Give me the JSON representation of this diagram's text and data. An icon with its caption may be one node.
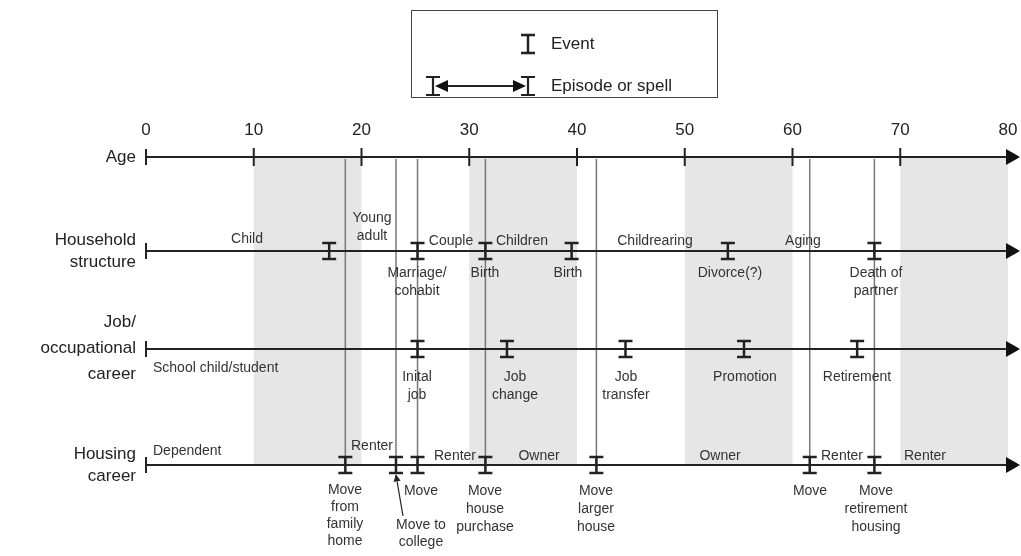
{
  "diagram": {
    "nodes": [
      {
        "text": [
          "Move to college"
        ]
      },
      {
        "text": [],
        "shape": "bar"
      }
    ],
    "edges": [
      {
        "from": 0,
        "to": 1,
        "arrow": "to"
      }
    ],
    "labels": [
      "0",
      "10",
      "20",
      "30",
      "40",
      "50",
      "60",
      "70",
      "80",
      "Age",
      "Household structure",
      "Young adult",
      "Child",
      "Couple",
      "Children",
      "Childrearing",
      "Aging",
      "Marriage/ cohabit",
      "Birth",
      "Birth",
      "Divorce(?)",
      "Death of partner",
      "Job/ occupational career",
      "School child/student",
      "Inital job",
      "Job change",
      "Job transfer",
      "Promotion",
      "Retirement",
      "Housing career",
      "Dependent",
      "Renter",
      "Renter",
      "Owner",
      "Owner",
      "Renter",
      "Renter",
      "Move from family home",
      "Move",
      "Move house purchase",
      "Move larger house",
      "Move",
      "Move retirement housing"
    ],
    "legend": [
      {
        "text": "Event"
      },
      {
        "text": "Episode or spell"
      }
    ]
  }
}
